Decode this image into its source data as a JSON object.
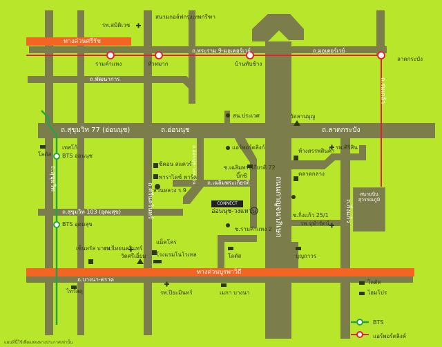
{
  "roads": {
    "sriratch_expressway": "ทางด่วนศรีรัช",
    "rama9_motorway": "ถ.พระราม 9-มอเตอร์เวย์",
    "motorway": "ถ.มอเตอร์เวย์",
    "phatthanakan": "ถ.พัฒนาการ",
    "sukhumvit77": "ถ.สุขุมวิท 77 (อ่อนนุช)",
    "onnut": "ถ.อ่อนนุช",
    "latkrabang": "ถ.ลาดกระบัง",
    "sukhumvit103": "ถ.สุขุมวิท 103 (อุดมสุข)",
    "burapha_expressway": "ทางด่วนบูรพาวิถี",
    "bangna_trat": "ถ.บางนา-ตราด",
    "kanchanaphisek": "ถนนกาญจนาภิเษก",
    "chaloem_phrakiat": "ถ.เฉลิมพระเกียรติ",
    "chaloem_72": "ซ.เฉลิมพระเกียรติ 72",
    "sukhumvit": "ถ.สุขุมวิท",
    "srinakarin": "ถ.ศรีนครินทร์",
    "romklao": "ถ.ร่มเกล้า",
    "kingkaew": "ถ.กิ่งแก้ว",
    "kingkaew_25_1": "ซ.กิ่งแก้ว 25/1",
    "ramkhamhaeng2": "ซ.รามคำแหง 2",
    "onnut_wongwaen": "ถ.อ่อนนุช-วงแหวน"
  },
  "stations": {
    "ramkhamhaeng": "รามคำแหง",
    "huamak": "หัวหมาก",
    "ban_thap_chang": "บ้านทับช้าง",
    "lat_krabang": "ลาดกระบัง",
    "bts_onnut": "BTS อ่อนนุช",
    "bts_udomsuk": "BTS อุดมสุข"
  },
  "places": {
    "samitivej": "รพ.สมิติเวช",
    "golf": "สนามกอล์ฟกรุงเทพกรีฑา",
    "sn_prawet": "สน.ประเวศ",
    "wat_lan_bun": "วัดลานบุญ",
    "airport_link_onnut": "แอร์พอร์ตลิงก์",
    "tesco": "เทสโก้",
    "srisin": "รพ.ศิริสิน",
    "bigc": "บิ๊กซี",
    "lotus": "โลตัส",
    "seacon": "ซีคอน สแควร์",
    "paradise": "พาราไดซ์ พาร์ค",
    "suan_luang": "สวนหลวง ร.9",
    "makro": "แม็คโคร",
    "central_bangna": "เซ็นทรัล บางนา",
    "thai_nakarin": "รพ.ไทยนครินทร์",
    "wat_sri_iam": "วัดศรีเอี่ยม",
    "novotel": "โรงแรมโนโวเทล",
    "pisanu": "รพ.ปิยะมินทร์",
    "mega_bangna": "เมกา บางนา",
    "lotus2": "โลตัส",
    "homepro": "โฮมโปร",
    "bunthawon": "บุญถาวร",
    "chulacharat": "รพ.จุฬารัตน์",
    "thai_watsadu": "ไทวัสดุ",
    "lotus3": "โลตัส",
    "airport_mall": "ตลาดกลาง",
    "triple_store": "ห้างสรรพสินค้า",
    "project": "อ่อนนุช-วงแหวน",
    "connect_logo": "CONNECT"
  },
  "airport": {
    "name": "สนามบิน สุวรรณภูมิ"
  },
  "legend": {
    "bts": "BTS",
    "arl": "แอร์พอร์ตลิงค์"
  },
  "note": "แผนที่นี้ใช้เพื่อแสดงทางประกาศเท่านั้น",
  "colors": {
    "background": "#b8e62b",
    "road": "#7b7e4b",
    "expressway": "#f26522",
    "bts": "#23a347",
    "arl": "#e5202e"
  }
}
